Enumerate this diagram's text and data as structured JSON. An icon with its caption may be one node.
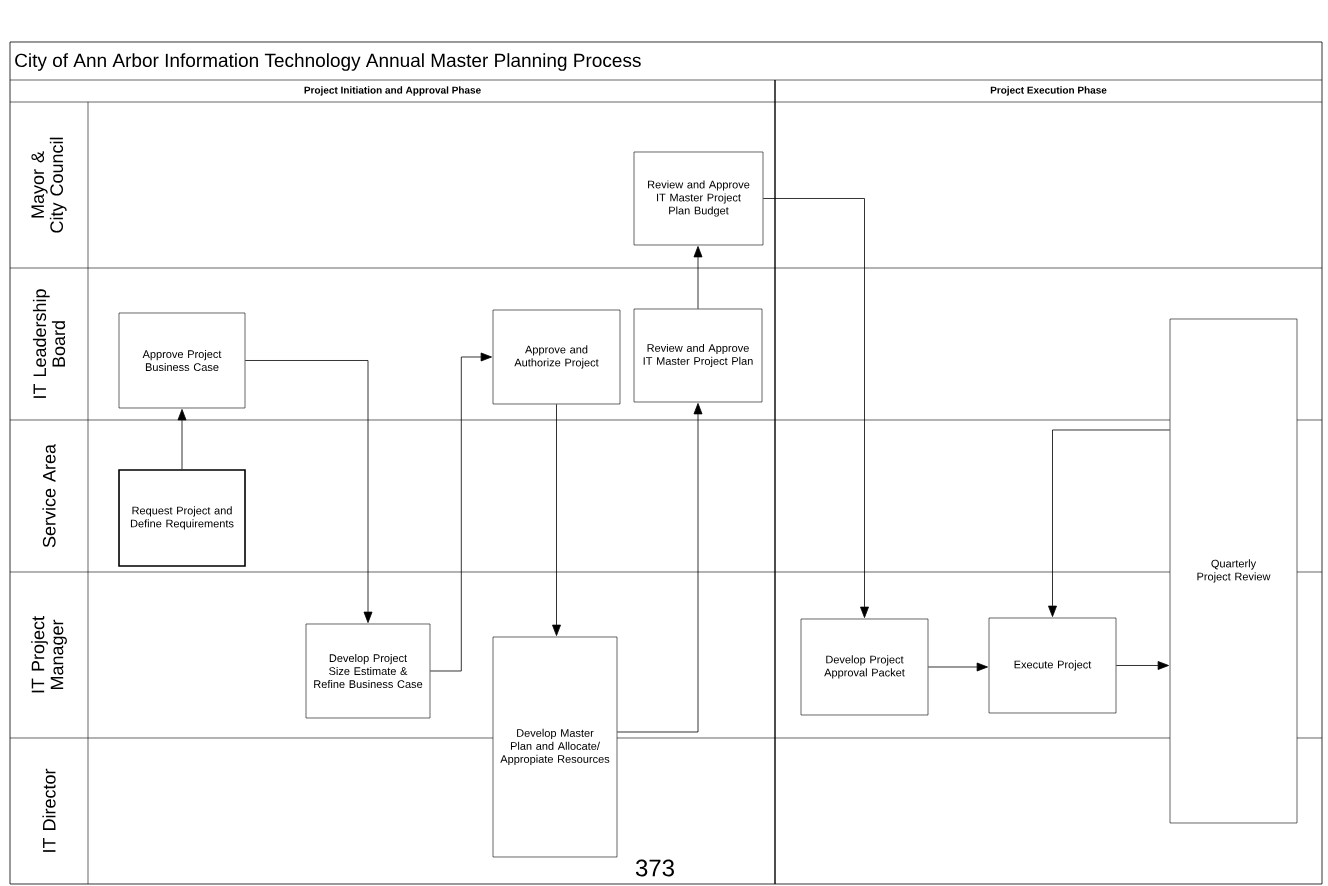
{
  "diagram": {
    "title": "City of Ann Arbor Information Technology Annual Master Planning Process",
    "nodes": [
      {
        "text": [
          "Review and Approve IT Master Project Plan Budget"
        ]
      },
      {
        "text": [
          "Approve Project Business Case"
        ]
      },
      {
        "text": [
          "Approve and Authorize Project"
        ]
      },
      {
        "text": [
          "Review and Approve IT Master Project Plan"
        ]
      },
      {
        "text": [
          "Request Project and Define Requirements"
        ]
      },
      {
        "text": [
          "Develop Project Size Estimate & Refine Business Case"
        ]
      },
      {
        "text": [
          "Develop Master Plan and Allocate/ Appropiate Resources"
        ]
      },
      {
        "text": [
          "Develop Project Approval Packet"
        ]
      },
      {
        "text": [
          "Execute Project"
        ]
      },
      {
        "text": [
          "Quarterly Project Review"
        ]
      }
    ],
    "edges": [
      {
        "from": 4,
        "to": 1,
        "arrow": "to"
      },
      {
        "from": 1,
        "to": 5,
        "arrow": "to"
      },
      {
        "from": 5,
        "to": 2,
        "arrow": "to"
      },
      {
        "from": 2,
        "to": 6,
        "arrow": "to"
      },
      {
        "from": 6,
        "to": 3,
        "arrow": "to"
      },
      {
        "from": 3,
        "to": 0,
        "arrow": "to"
      },
      {
        "from": 0,
        "to": 7,
        "arrow": "to"
      },
      {
        "from": 7,
        "to": 8,
        "arrow": "to"
      },
      {
        "from": 8,
        "to": 9,
        "arrow": "to"
      },
      {
        "from": 9,
        "to": 8,
        "arrow": "to"
      }
    ],
    "labels": [
      "Project Initiation and Approval Phase",
      "Project Execution Phase",
      "Mayor & City Council",
      "IT Leadership Board",
      "Service Area",
      "IT Project Manager",
      "IT Director",
      "373"
    ]
  }
}
